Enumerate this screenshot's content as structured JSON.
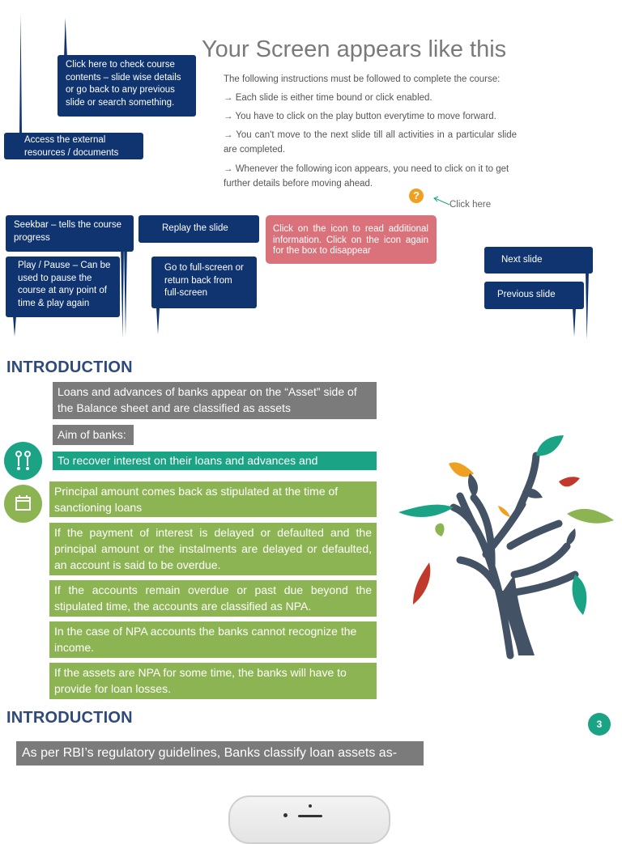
{
  "screen": {
    "title": "Your Screen appears like this",
    "intro": "The following instructions must be followed to complete the course:",
    "bullets": [
      "→ Each slide is either time bound or click enabled.",
      "→ You have to click on the play button everytime to move forward.",
      "→ You can't move to the next slide till all activities in a particular slide are completed.",
      "→ Whenever the following icon appears, you need to click on it to get further details before moving ahead."
    ],
    "click_here": "Click here",
    "help_icon": "?",
    "tooltip": "Click on the icon to read additional information. Click on the icon again for the box to disappear",
    "callouts": {
      "menu": "Click here to check course contents – slide wise details or go back to any previous slide or search something.",
      "resources": "Access the external resources / documents",
      "seekbar": "Seekbar – tells the course progress",
      "replay": "Replay the slide",
      "play_pause": "Play / Pause – Can be used to pause the course at any point of time & play again",
      "fullscreen": "Go to full-screen or return back from full-screen",
      "next": "Next slide",
      "previous": "Previous slide"
    }
  },
  "intro1": {
    "heading": "INTRODUCTION",
    "box1": "Loans and advances of banks appear on the “Asset” side of the Balance sheet and are classified as assets",
    "aim": "Aim of banks:",
    "teal": "To recover interest on their loans and advances and",
    "green": [
      "Principal amount comes back as stipulated at the time of sanctioning loans",
      "If the payment of interest is delayed or defaulted and the principal amount or the instalments are delayed or defaulted, an account is said to be overdue.",
      "If the accounts remain overdue or past due beyond the stipulated time, the accounts are classified as NPA.",
      "In the case of NPA accounts the banks cannot recognize the income.",
      "If the assets are NPA for some time, the banks will have to provide for loan losses."
    ]
  },
  "intro2": {
    "heading": "INTRODUCTION",
    "page_number": "3",
    "banner": "As per RBI’s regulatory guidelines, Banks classify loan assets as-"
  },
  "colors": {
    "navy": "#0f3470",
    "teal": "#1aa384",
    "green": "#8db453",
    "gray": "#7b7b7b",
    "tooltip": "#d9727a",
    "help": "#f0a020"
  }
}
